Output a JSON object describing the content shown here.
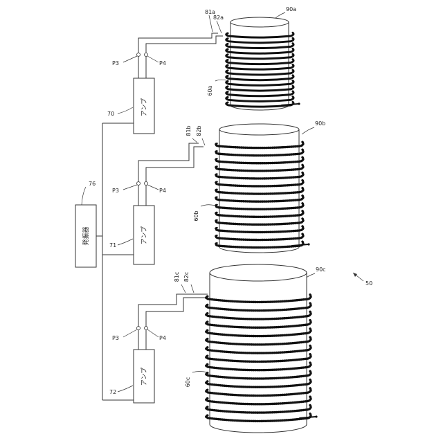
{
  "oscillator": {
    "label": "発振器",
    "ref": "76"
  },
  "stages": [
    {
      "id": "a",
      "amp": {
        "label": "アンプ",
        "ref": "70"
      },
      "p3": "P3",
      "p4": "P4",
      "wire1": "81a",
      "wire2": "82a",
      "coil": "60a",
      "cylinder": "90a",
      "turns": 14,
      "coil_style": "solid"
    },
    {
      "id": "b",
      "amp": {
        "label": "アンプ",
        "ref": "71"
      },
      "p3": "P3",
      "p4": "P4",
      "wire1": "81b",
      "wire2": "82b",
      "coil": "60b",
      "cylinder": "90b",
      "turns": 14,
      "coil_style": "beaded"
    },
    {
      "id": "c",
      "amp": {
        "label": "アンプ",
        "ref": "72"
      },
      "p3": "P3",
      "p4": "P4",
      "wire1": "81c",
      "wire2": "82c",
      "coil": "60c",
      "cylinder": "90c",
      "turns": 15,
      "coil_style": "beaded"
    }
  ],
  "system_ref": "50"
}
